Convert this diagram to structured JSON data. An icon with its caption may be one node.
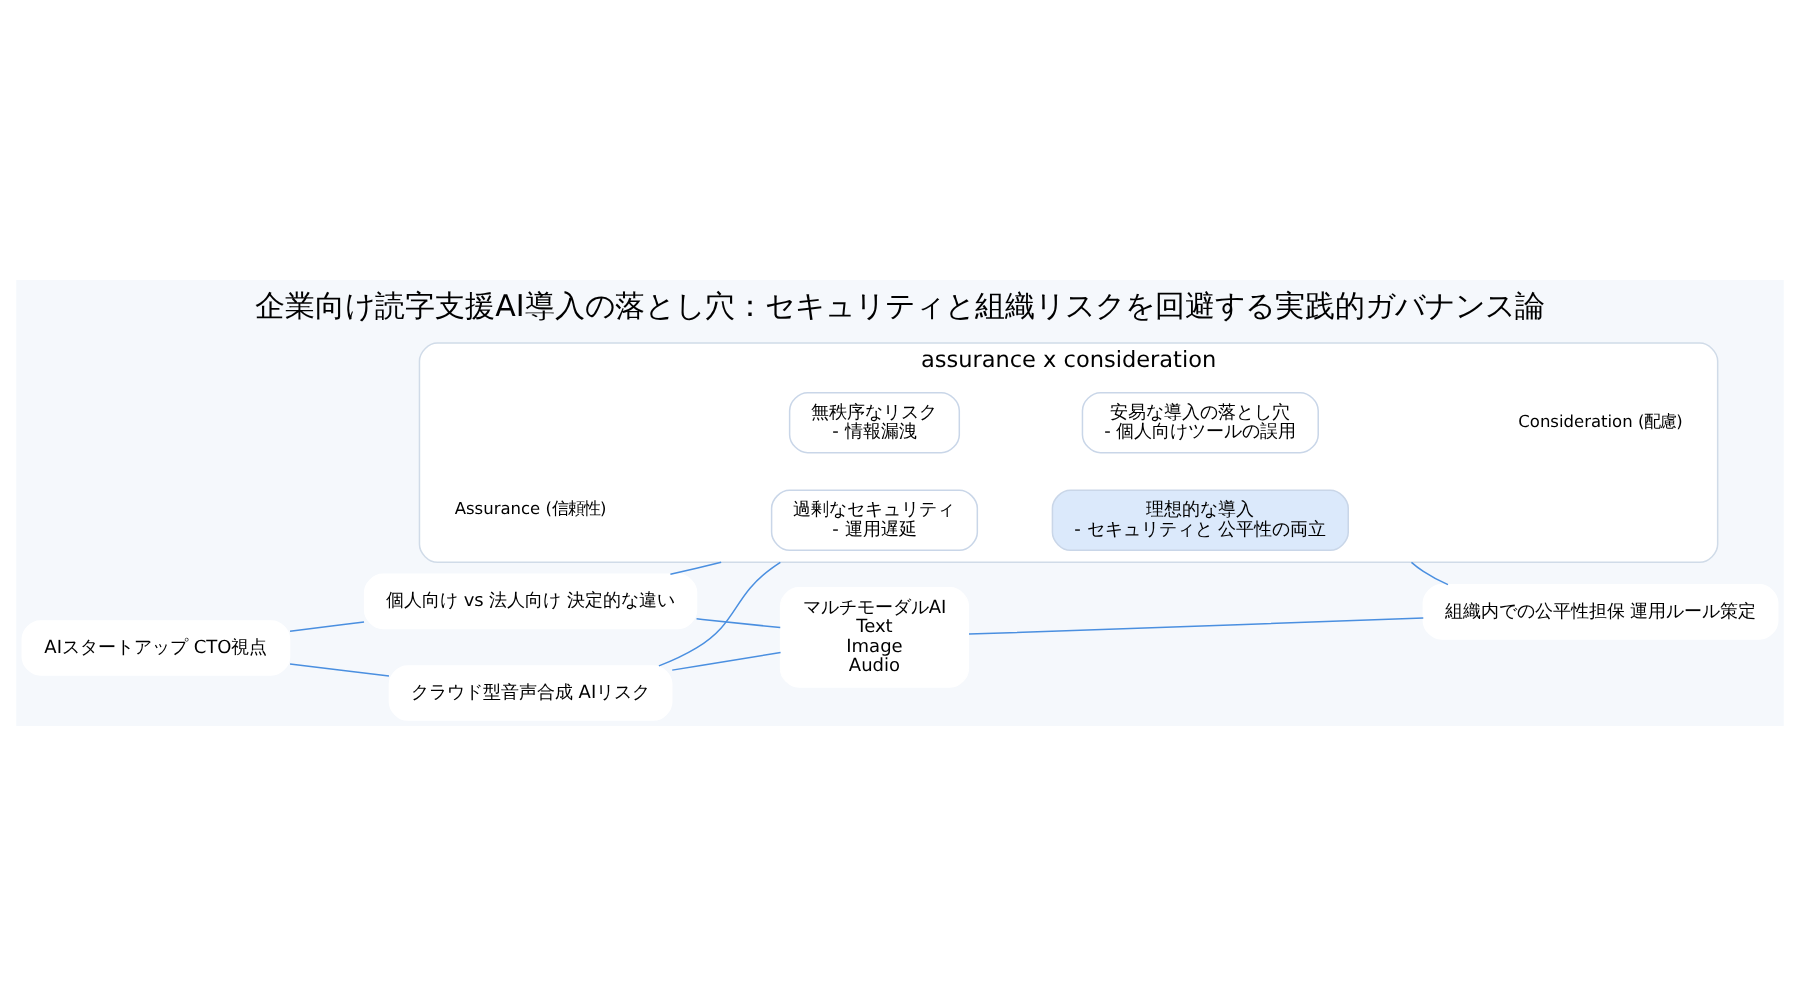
{
  "diagram": {
    "title": "企業向け読字支援AI導入の落とし穴：セキュリティと組織リスクを回避する実践的ガバナンス論",
    "nodes": [
      {
        "text": [
          "AIスタートアップ CTO視点"
        ]
      },
      {
        "text": [
          "個人向け vs 法人向け 決定的な違い"
        ]
      },
      {
        "text": [
          "クラウド型音声合成 AIリスク"
        ]
      },
      {
        "text": [
          "マルチモーダルAI",
          "Text",
          "Image",
          "Audio"
        ]
      },
      {
        "text": [
          "assurance x consideration"
        ]
      },
      {
        "text": [
          "過剰なセキュリティ",
          "- 運用遅延"
        ],
        "in": 4
      },
      {
        "text": [
          "理想的な導入",
          "- セキュリティと 公平性の両立"
        ],
        "in": 4
      },
      {
        "text": [
          "無秩序なリスク",
          "- 情報漏洩"
        ],
        "in": 4
      },
      {
        "text": [
          "安易な導入の落とし穴",
          "- 個人向けツールの誤用"
        ],
        "in": 4
      },
      {
        "text": [
          "組織内での公平性担保 運用ルール策定"
        ]
      }
    ],
    "edges": [
      {
        "from": 0,
        "to": 1,
        "arrow": "none"
      },
      {
        "from": 0,
        "to": 2,
        "arrow": "none"
      },
      {
        "from": 1,
        "to": 3,
        "arrow": "none"
      },
      {
        "from": 1,
        "to": 4,
        "arrow": "none"
      },
      {
        "from": 2,
        "to": 3,
        "arrow": "none"
      },
      {
        "from": 2,
        "to": 4,
        "arrow": "none"
      },
      {
        "from": 3,
        "to": 9,
        "arrow": "none"
      },
      {
        "from": 4,
        "to": 9,
        "arrow": "none"
      }
    ],
    "labels": [
      "Assurance (信頼性)",
      "Consideration (配慮)"
    ]
  }
}
